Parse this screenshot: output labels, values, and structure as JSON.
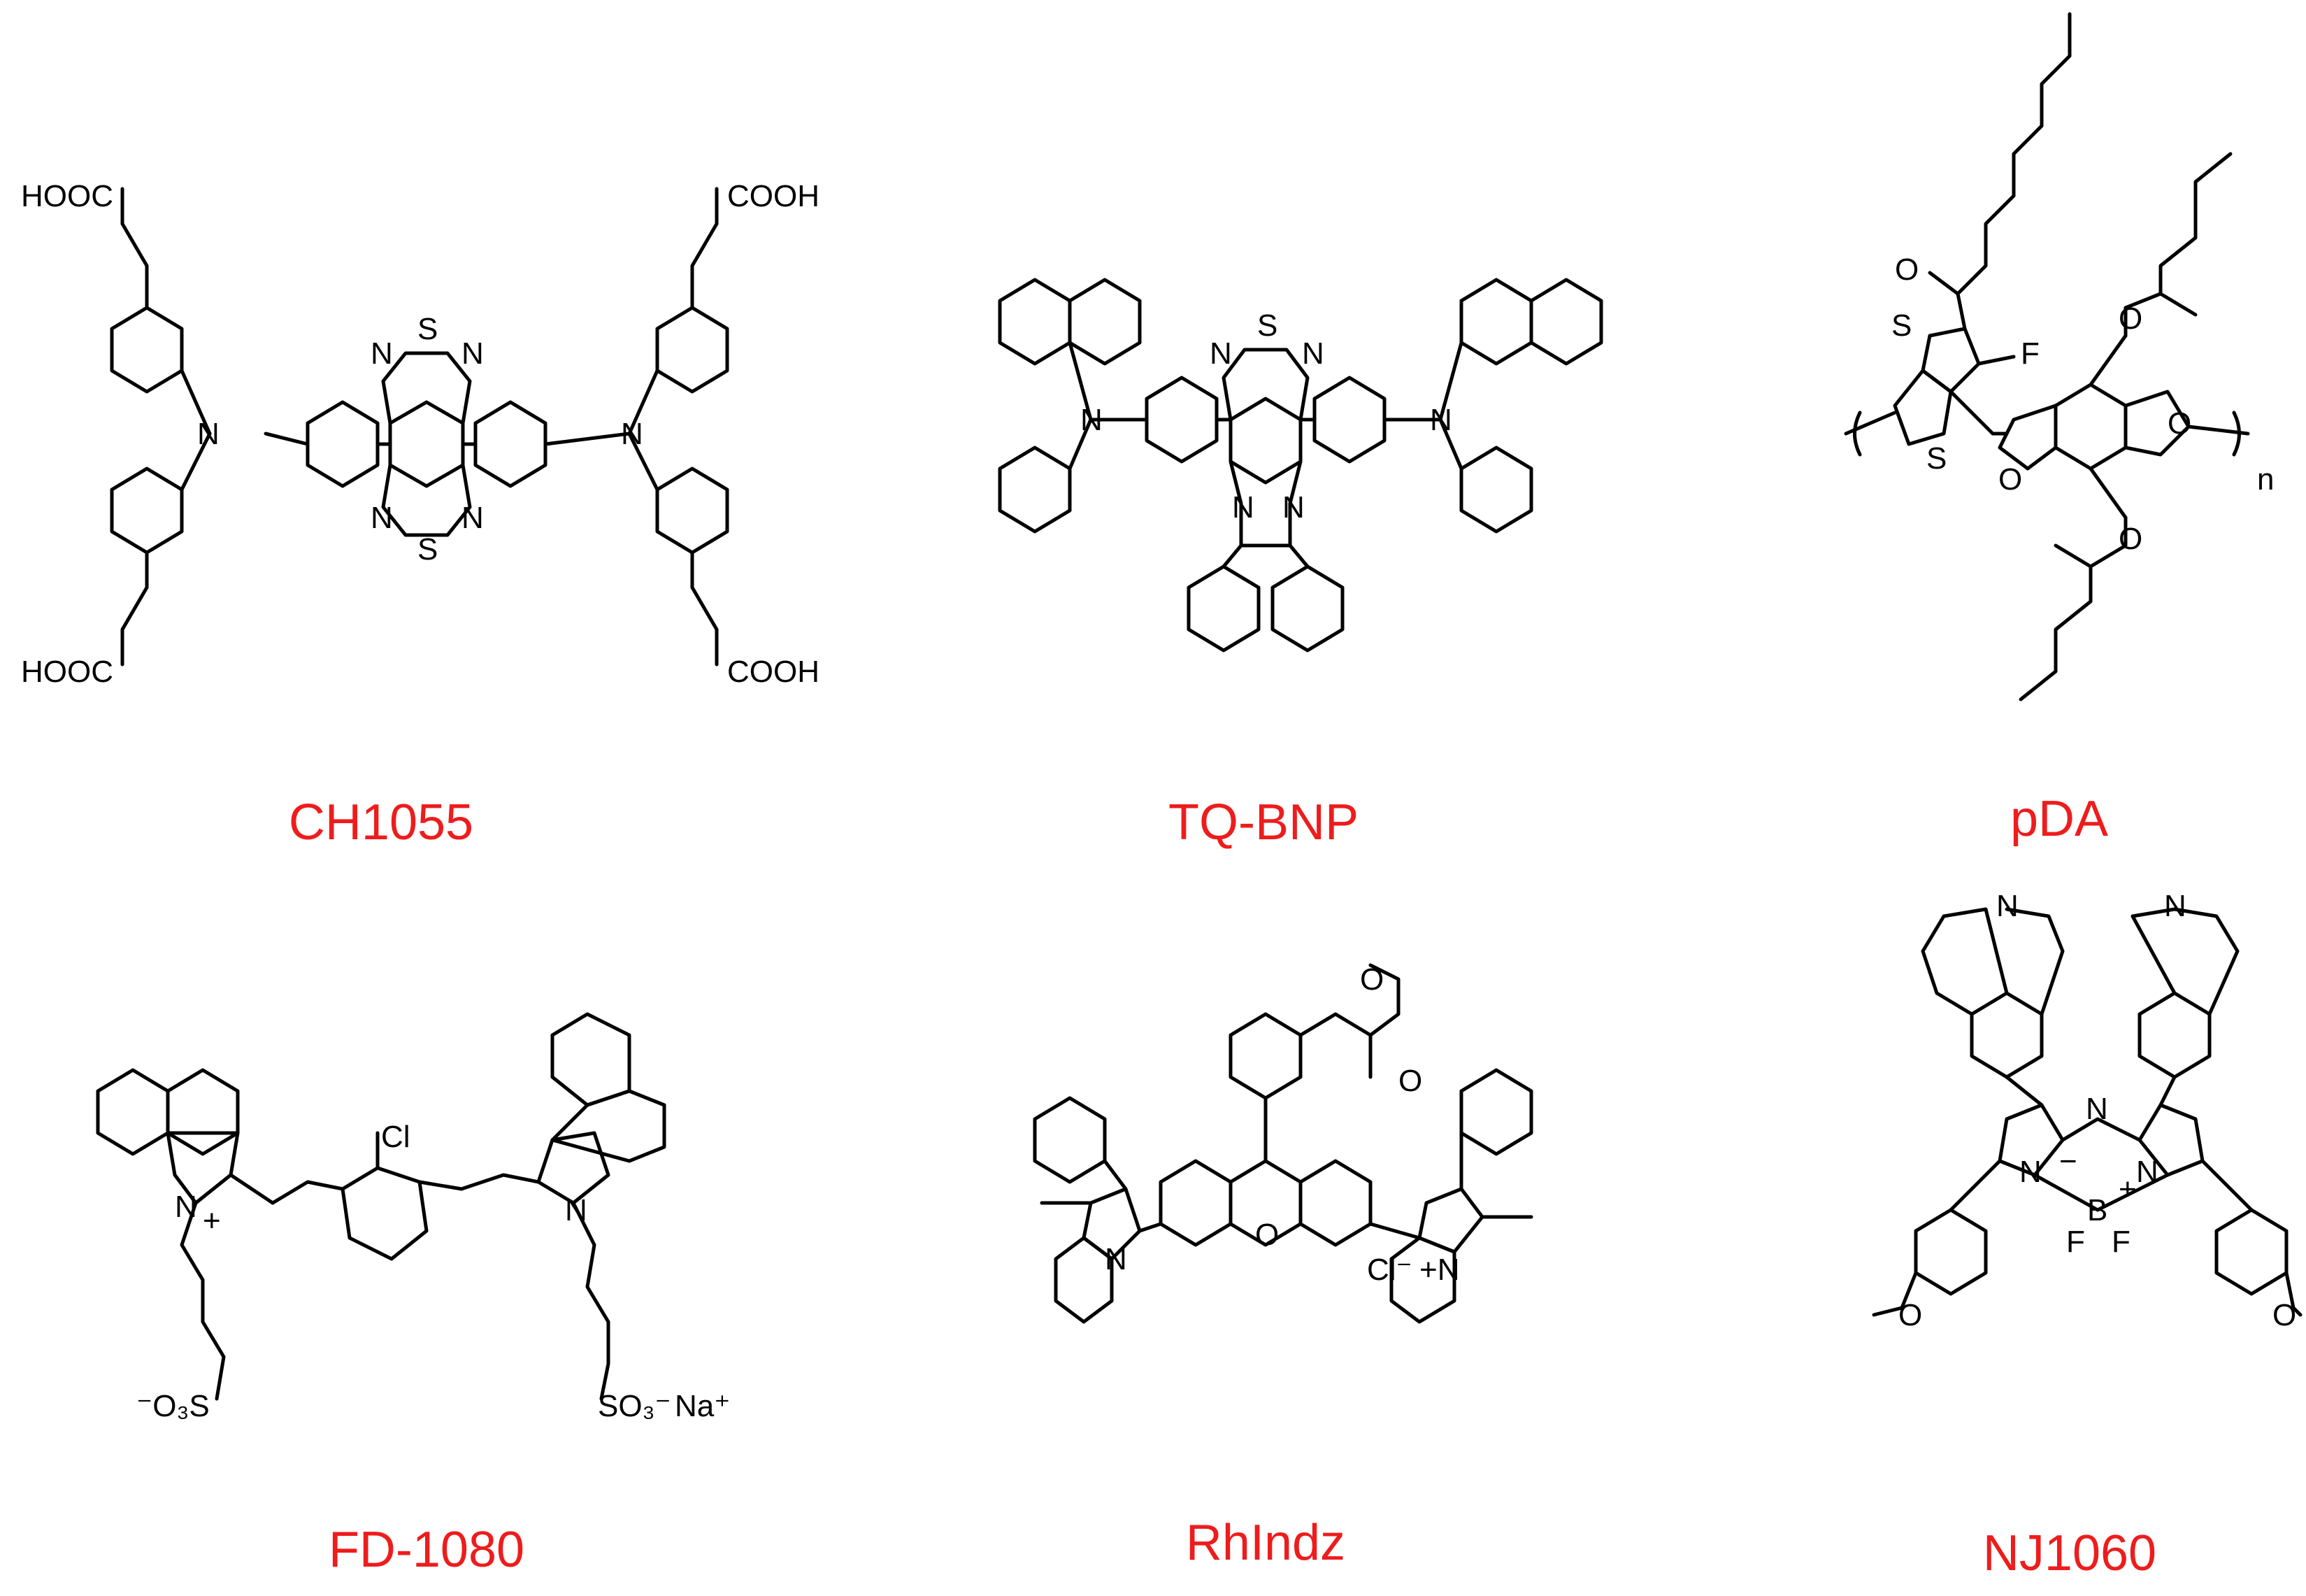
{
  "compounds": [
    {
      "name": "CH1055",
      "atom_labels": [
        "HOOC",
        "COOH",
        "HOOC",
        "COOH",
        "N",
        "N",
        "S",
        "N",
        "N",
        "S",
        "N",
        "N"
      ]
    },
    {
      "name": "TQ-BNP",
      "atom_labels": [
        "N",
        "S",
        "N",
        "N",
        "N",
        "N",
        "N"
      ]
    },
    {
      "name": "pDA",
      "atom_labels": [
        "O",
        "F",
        "S",
        "S",
        "O",
        "O",
        "O",
        "O",
        "n"
      ]
    },
    {
      "name": "FD-1080",
      "atom_labels": [
        "N",
        "+",
        "Cl",
        "N",
        "⁻O₃S",
        "SO₃⁻",
        "Na⁺"
      ]
    },
    {
      "name": "RhIndz",
      "atom_labels": [
        "O",
        "O",
        "N",
        "O",
        "Cl⁻",
        "+N"
      ]
    },
    {
      "name": "NJ1060",
      "atom_labels": [
        "N",
        "N",
        "N",
        "N",
        "−",
        "B",
        "+",
        "N",
        "F",
        "F",
        "O",
        "O"
      ]
    }
  ],
  "colors": {
    "caption": "#ee1c1c",
    "bond": "#000000"
  }
}
